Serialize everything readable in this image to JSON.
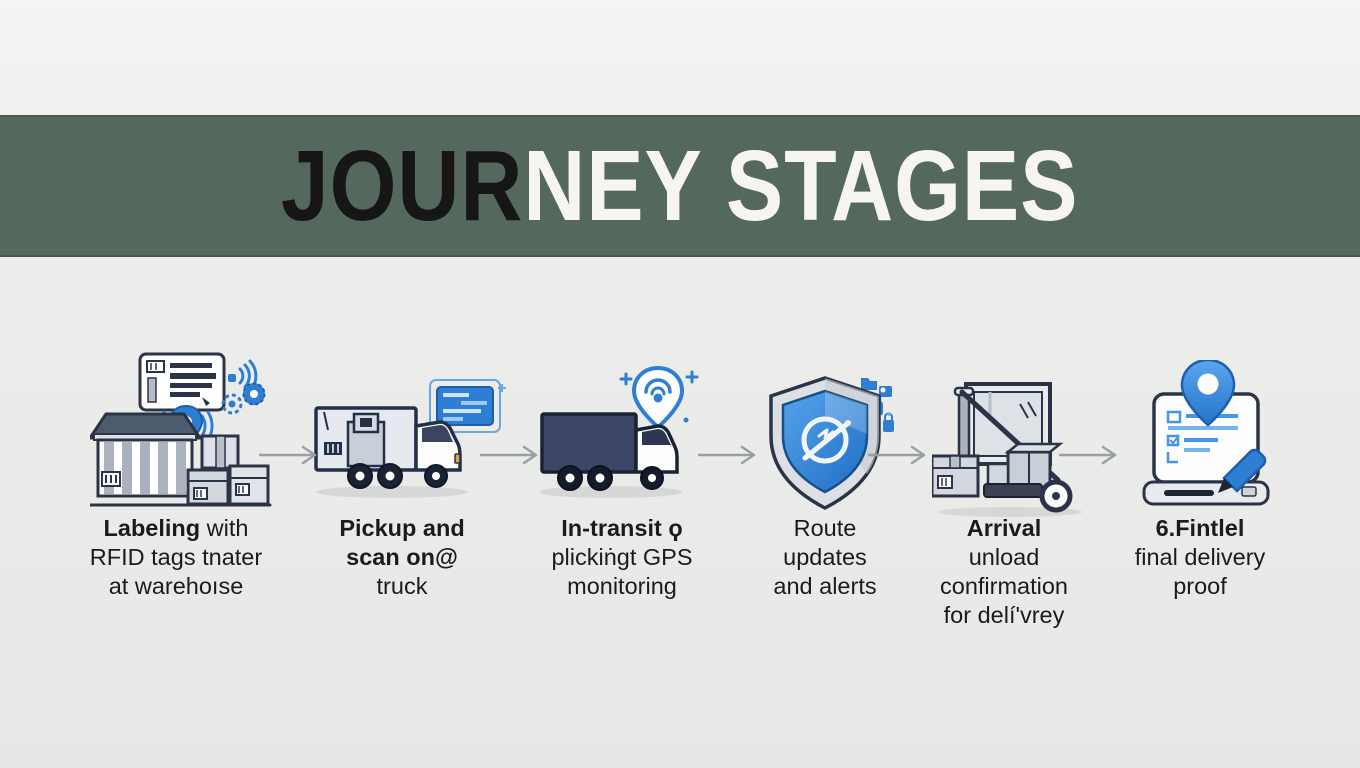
{
  "title": {
    "part1": "JOUR",
    "part2": "NEY STAGES"
  },
  "colors": {
    "banner_background": "#55685e",
    "banner_text_dark": "#161616",
    "banner_text_light": "#f7f5f2",
    "page_background": "#ebecea",
    "caption_text": "#1b1b1b",
    "arrow_gray": "#9aa0a0",
    "icon_outline_navy": "#2b3447",
    "icon_accent_blue": "#2e7fd4",
    "truck_dark_navy": "#3d4765"
  },
  "stages": [
    {
      "name": "labeling-rfid-at-warehouse",
      "icon": "warehouse-rfid-label-icon",
      "caption": {
        "l1a": "Labeling",
        "l1b": " with",
        "l2": "RFID tags tnater",
        "l3": "at warehoıse"
      }
    },
    {
      "name": "pickup-and-scan",
      "icon": "pickup-truck-scan-icon",
      "caption": {
        "l1": "Pickup and",
        "l2": "scan on@",
        "l3": "truck"
      }
    },
    {
      "name": "in-transit-gps",
      "icon": "transit-truck-gps-icon",
      "caption": {
        "l1": "In-transit ϙ",
        "l2": "plickiṅgt GPS",
        "l3": "monitoring"
      }
    },
    {
      "name": "route-updates-alerts",
      "icon": "shield-route-alerts-icon",
      "caption": {
        "l1": "Route",
        "l2": "updates",
        "l3": "and alerts"
      }
    },
    {
      "name": "arrival-unload-confirmation",
      "icon": "unload-handtruck-icon",
      "caption": {
        "l1": "Arrival",
        "l2": "unload",
        "l3": "confirmation",
        "l4": "for delí'vrey"
      }
    },
    {
      "name": "final-delivery-proof",
      "icon": "delivery-proof-tablet-icon",
      "caption": {
        "l1": "6.Fintlel",
        "l2": "final delivery",
        "l3": "proof"
      }
    }
  ]
}
